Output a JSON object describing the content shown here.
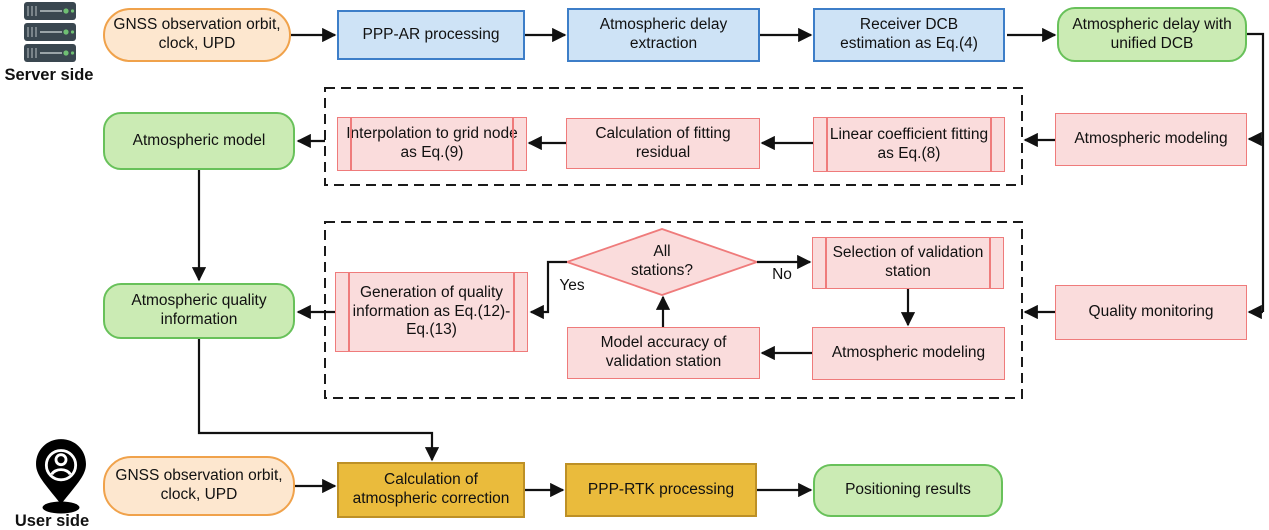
{
  "sides": {
    "server": "Server side",
    "user": "User side"
  },
  "icons": {
    "server": "server-stack-icon",
    "user": "user-location-pin-icon"
  },
  "nodes": {
    "gnss_server": "GNSS observation orbit, clock, UPD",
    "ppp_ar": "PPP-AR processing",
    "delay_extraction": "Atmospheric delay extraction",
    "dcb_estimation": "Receiver DCB estimation as Eq.(4)",
    "delay_unified_dcb": "Atmospheric delay with unified DCB",
    "atmospheric_model": "Atmospheric model",
    "interpolation": "Interpolation to grid node as Eq.(9)",
    "fitting_residual": "Calculation of fitting residual",
    "linear_fitting": "Linear coefficient fitting as Eq.(8)",
    "atmospheric_modeling_top": "Atmospheric modeling",
    "quality_info": "Atmospheric quality information",
    "generation_quality": "Generation of quality information as Eq.(12)-Eq.(13)",
    "all_stations": "All stations?",
    "model_accuracy": "Model accuracy of validation station",
    "selection_station": "Selection of validation station",
    "atmospheric_modeling_inner": "Atmospheric modeling",
    "quality_monitoring": "Quality monitoring",
    "gnss_user": "GNSS observation orbit, clock, UPD",
    "calc_correction": "Calculation of atmospheric correction",
    "ppp_rtk": "PPP-RTK processing",
    "positioning_results": "Positioning results"
  },
  "decision_labels": {
    "yes": "Yes",
    "no": "No"
  },
  "colors": {
    "source_fill": "#FDE7CF",
    "source_border": "#F0A24B",
    "server_process_fill": "#CEE3F6",
    "server_process_border": "#3D7EC8",
    "product_fill": "#CBEBB4",
    "product_border": "#68C15A",
    "module_fill": "#FADCDC",
    "module_border": "#EF7B7B",
    "user_process_fill": "#EABB3C",
    "user_process_border": "#BD9026",
    "connector": "#111111"
  }
}
